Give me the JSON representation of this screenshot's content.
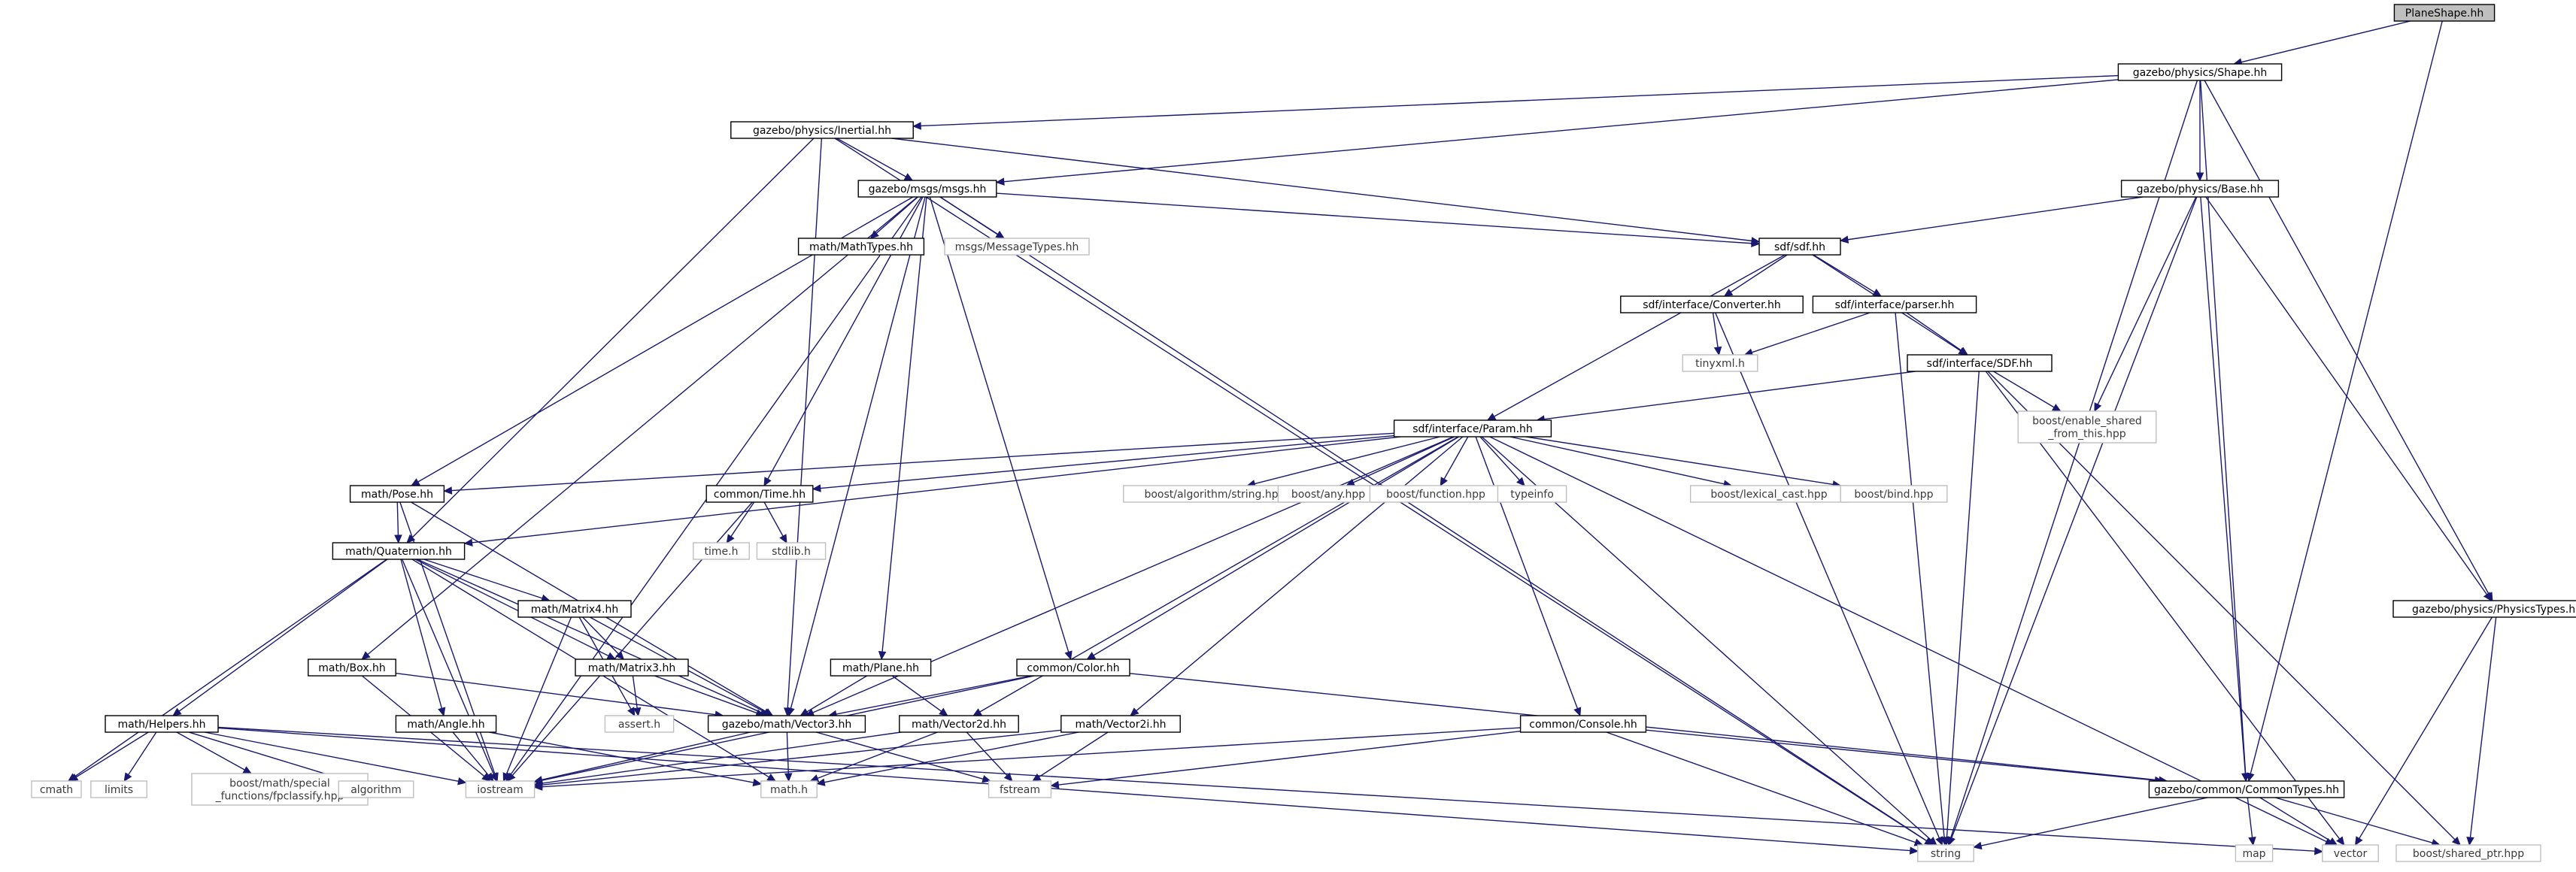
{
  "diagram": {
    "type": "include-dependency-graph",
    "nodes": [
      {
        "id": "planeshape",
        "label": "PlaneShape.hh",
        "kind": "root"
      },
      {
        "id": "shape",
        "label": "gazebo/physics/Shape.hh",
        "kind": "header"
      },
      {
        "id": "inertial",
        "label": "gazebo/physics/Inertial.hh",
        "kind": "header"
      },
      {
        "id": "msgs",
        "label": "gazebo/msgs/msgs.hh",
        "kind": "header"
      },
      {
        "id": "mathtypes",
        "label": "math/MathTypes.hh",
        "kind": "header"
      },
      {
        "id": "msgtypes",
        "label": "msgs/MessageTypes.hh",
        "kind": "system"
      },
      {
        "id": "base",
        "label": "gazebo/physics/Base.hh",
        "kind": "header"
      },
      {
        "id": "sdf",
        "label": "sdf/sdf.hh",
        "kind": "header"
      },
      {
        "id": "converter",
        "label": "sdf/interface/Converter.hh",
        "kind": "header"
      },
      {
        "id": "parser",
        "label": "sdf/interface/parser.hh",
        "kind": "header"
      },
      {
        "id": "tinyxml",
        "label": "tinyxml.h",
        "kind": "system"
      },
      {
        "id": "sdfsdf",
        "label": "sdf/interface/SDF.hh",
        "kind": "header"
      },
      {
        "id": "enableshared",
        "label": "boost/enable_shared\n_from_this.hpp",
        "kind": "system"
      },
      {
        "id": "param",
        "label": "sdf/interface/Param.hh",
        "kind": "header"
      },
      {
        "id": "pose",
        "label": "math/Pose.hh",
        "kind": "header"
      },
      {
        "id": "time",
        "label": "common/Time.hh",
        "kind": "header"
      },
      {
        "id": "algstring",
        "label": "boost/algorithm/string.hpp",
        "kind": "system"
      },
      {
        "id": "anyhpp",
        "label": "boost/any.hpp",
        "kind": "system"
      },
      {
        "id": "funchpp",
        "label": "boost/function.hpp",
        "kind": "system"
      },
      {
        "id": "typeinfo",
        "label": "typeinfo",
        "kind": "system"
      },
      {
        "id": "lexical",
        "label": "boost/lexical_cast.hpp",
        "kind": "system"
      },
      {
        "id": "bind",
        "label": "boost/bind.hpp",
        "kind": "system"
      },
      {
        "id": "timeh",
        "label": "time.h",
        "kind": "system"
      },
      {
        "id": "stdlib",
        "label": "stdlib.h",
        "kind": "system"
      },
      {
        "id": "quat",
        "label": "math/Quaternion.hh",
        "kind": "header"
      },
      {
        "id": "matrix4",
        "label": "math/Matrix4.hh",
        "kind": "header"
      },
      {
        "id": "matrix3",
        "label": "math/Matrix3.hh",
        "kind": "header"
      },
      {
        "id": "assert",
        "label": "assert.h",
        "kind": "system"
      },
      {
        "id": "box",
        "label": "math/Box.hh",
        "kind": "header"
      },
      {
        "id": "angle",
        "label": "math/Angle.hh",
        "kind": "header"
      },
      {
        "id": "helpers",
        "label": "math/Helpers.hh",
        "kind": "header"
      },
      {
        "id": "plane",
        "label": "math/Plane.hh",
        "kind": "header"
      },
      {
        "id": "color",
        "label": "common/Color.hh",
        "kind": "header"
      },
      {
        "id": "vector3",
        "label": "gazebo/math/Vector3.hh",
        "kind": "header"
      },
      {
        "id": "vector2d",
        "label": "math/Vector2d.hh",
        "kind": "header"
      },
      {
        "id": "vector2i",
        "label": "math/Vector2i.hh",
        "kind": "header"
      },
      {
        "id": "console",
        "label": "common/Console.hh",
        "kind": "header"
      },
      {
        "id": "physicstypes",
        "label": "gazebo/physics/PhysicsTypes.hh",
        "kind": "header"
      },
      {
        "id": "commontypes",
        "label": "gazebo/common/CommonTypes.hh",
        "kind": "header"
      },
      {
        "id": "cmath",
        "label": "cmath",
        "kind": "system"
      },
      {
        "id": "limits",
        "label": "limits",
        "kind": "system"
      },
      {
        "id": "fpclass",
        "label": "boost/math/special\n_functions/fpclassify.hpp",
        "kind": "system"
      },
      {
        "id": "algorithm",
        "label": "algorithm",
        "kind": "system"
      },
      {
        "id": "iostream",
        "label": "iostream",
        "kind": "system"
      },
      {
        "id": "mathh",
        "label": "math.h",
        "kind": "system"
      },
      {
        "id": "fstream",
        "label": "fstream",
        "kind": "system"
      },
      {
        "id": "string",
        "label": "string",
        "kind": "system"
      },
      {
        "id": "map",
        "label": "map",
        "kind": "system"
      },
      {
        "id": "vector",
        "label": "vector",
        "kind": "system"
      },
      {
        "id": "sharedptr",
        "label": "boost/shared_ptr.hpp",
        "kind": "system"
      }
    ],
    "edges": [
      [
        "planeshape",
        "shape"
      ],
      [
        "planeshape",
        "commontypes"
      ],
      [
        "shape",
        "inertial"
      ],
      [
        "shape",
        "msgs"
      ],
      [
        "shape",
        "base"
      ],
      [
        "shape",
        "physicstypes"
      ],
      [
        "shape",
        "commontypes"
      ],
      [
        "shape",
        "string"
      ],
      [
        "inertial",
        "msgs"
      ],
      [
        "inertial",
        "sdf"
      ],
      [
        "inertial",
        "quat"
      ],
      [
        "inertial",
        "vector3"
      ],
      [
        "inertial",
        "string"
      ],
      [
        "msgs",
        "mathtypes"
      ],
      [
        "msgs",
        "msgtypes"
      ],
      [
        "msgs",
        "sdf"
      ],
      [
        "msgs",
        "pose"
      ],
      [
        "msgs",
        "time"
      ],
      [
        "msgs",
        "box"
      ],
      [
        "msgs",
        "plane"
      ],
      [
        "msgs",
        "color"
      ],
      [
        "msgs",
        "vector3"
      ],
      [
        "msgs",
        "iostream"
      ],
      [
        "msgs",
        "string"
      ],
      [
        "base",
        "sdf"
      ],
      [
        "base",
        "enableshared"
      ],
      [
        "base",
        "physicstypes"
      ],
      [
        "base",
        "commontypes"
      ],
      [
        "base",
        "string"
      ],
      [
        "sdf",
        "converter"
      ],
      [
        "sdf",
        "parser"
      ],
      [
        "sdf",
        "sdfsdf"
      ],
      [
        "sdf",
        "param"
      ],
      [
        "converter",
        "tinyxml"
      ],
      [
        "converter",
        "string"
      ],
      [
        "parser",
        "tinyxml"
      ],
      [
        "parser",
        "sdfsdf"
      ],
      [
        "parser",
        "string"
      ],
      [
        "sdfsdf",
        "param"
      ],
      [
        "sdfsdf",
        "enableshared"
      ],
      [
        "sdfsdf",
        "string"
      ],
      [
        "sdfsdf",
        "vector"
      ],
      [
        "sdfsdf",
        "sharedptr"
      ],
      [
        "param",
        "pose"
      ],
      [
        "param",
        "time"
      ],
      [
        "param",
        "quat"
      ],
      [
        "param",
        "algstring"
      ],
      [
        "param",
        "anyhpp"
      ],
      [
        "param",
        "funchpp"
      ],
      [
        "param",
        "typeinfo"
      ],
      [
        "param",
        "lexical"
      ],
      [
        "param",
        "bind"
      ],
      [
        "param",
        "color"
      ],
      [
        "param",
        "vector3"
      ],
      [
        "param",
        "vector2d"
      ],
      [
        "param",
        "vector2i"
      ],
      [
        "param",
        "console"
      ],
      [
        "param",
        "string"
      ],
      [
        "param",
        "vector"
      ],
      [
        "pose",
        "quat"
      ],
      [
        "pose",
        "vector3"
      ],
      [
        "pose",
        "iostream"
      ],
      [
        "time",
        "timeh"
      ],
      [
        "time",
        "stdlib"
      ],
      [
        "time",
        "iostream"
      ],
      [
        "quat",
        "matrix4"
      ],
      [
        "quat",
        "matrix3"
      ],
      [
        "quat",
        "angle"
      ],
      [
        "quat",
        "helpers"
      ],
      [
        "quat",
        "vector3"
      ],
      [
        "quat",
        "iostream"
      ],
      [
        "quat",
        "mathh"
      ],
      [
        "quat",
        "cmath"
      ],
      [
        "matrix4",
        "matrix3"
      ],
      [
        "matrix4",
        "vector3"
      ],
      [
        "matrix4",
        "assert"
      ],
      [
        "matrix4",
        "iostream"
      ],
      [
        "matrix3",
        "vector3"
      ],
      [
        "matrix3",
        "assert"
      ],
      [
        "box",
        "vector3"
      ],
      [
        "box",
        "iostream"
      ],
      [
        "angle",
        "mathh"
      ],
      [
        "angle",
        "iostream"
      ],
      [
        "helpers",
        "cmath"
      ],
      [
        "helpers",
        "limits"
      ],
      [
        "helpers",
        "fpclass"
      ],
      [
        "helpers",
        "algorithm"
      ],
      [
        "helpers",
        "iostream"
      ],
      [
        "helpers",
        "string"
      ],
      [
        "helpers",
        "vector"
      ],
      [
        "plane",
        "vector3"
      ],
      [
        "plane",
        "vector2d"
      ],
      [
        "color",
        "vector3"
      ],
      [
        "color",
        "iostream"
      ],
      [
        "color",
        "commontypes"
      ],
      [
        "vector3",
        "iostream"
      ],
      [
        "vector3",
        "mathh"
      ],
      [
        "vector3",
        "fstream"
      ],
      [
        "vector2d",
        "iostream"
      ],
      [
        "vector2d",
        "mathh"
      ],
      [
        "vector2d",
        "fstream"
      ],
      [
        "vector2i",
        "iostream"
      ],
      [
        "vector2i",
        "mathh"
      ],
      [
        "vector2i",
        "fstream"
      ],
      [
        "console",
        "iostream"
      ],
      [
        "console",
        "fstream"
      ],
      [
        "console",
        "string"
      ],
      [
        "console",
        "commontypes"
      ],
      [
        "physicstypes",
        "vector"
      ],
      [
        "physicstypes",
        "sharedptr"
      ],
      [
        "commontypes",
        "string"
      ],
      [
        "commontypes",
        "map"
      ],
      [
        "commontypes",
        "vector"
      ],
      [
        "commontypes",
        "sharedptr"
      ]
    ]
  }
}
